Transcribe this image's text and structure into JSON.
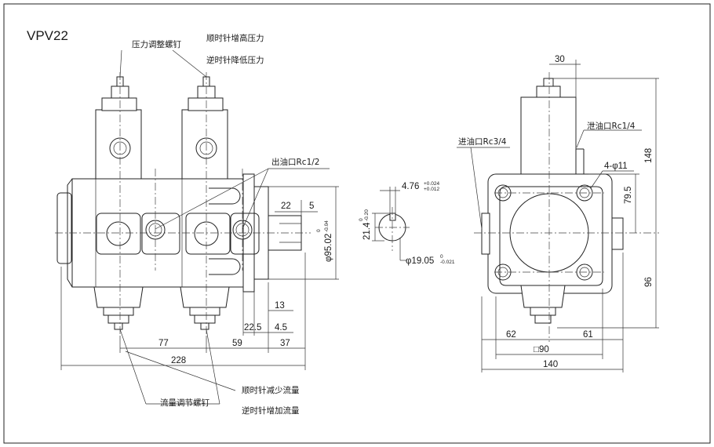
{
  "title": "VPV22",
  "labels": {
    "pressure_screw": "压力调整螺钉",
    "cw_pressure": "顺时针增高压力",
    "ccw_pressure": "逆时针降低压力",
    "outlet": "出油口Rc1/2",
    "inlet": "进油口Rc3/4",
    "drain": "泄油口Rc1/4",
    "holes": "4-φ11",
    "flow_screw": "流量调节螺钉",
    "cw_flow": "顺时针减少流量",
    "ccw_flow": "逆时针增加流量"
  },
  "dims": {
    "d77": "77",
    "d59": "59",
    "d37": "37",
    "d228": "228",
    "d22_5": "22.5",
    "d4_5": "4.5",
    "d13": "13",
    "d22": "22",
    "d5": "5",
    "shaft_dia": "φ95.02",
    "shaft_dia_up": "0",
    "shaft_dia_lo": "-0.04",
    "key_w": "4.76",
    "key_w_up": "+0.024",
    "key_w_lo": "+0.012",
    "key_h": "21.4",
    "key_h_up": "0",
    "key_h_lo": "-0.20",
    "shaft_d": "φ19.05",
    "shaft_d_up": "0",
    "shaft_d_lo": "-0.021",
    "d30": "30",
    "d148": "148",
    "d79_5": "79.5",
    "d96": "96",
    "d62": "62",
    "d61": "61",
    "sq90": "□90",
    "d140": "140"
  }
}
